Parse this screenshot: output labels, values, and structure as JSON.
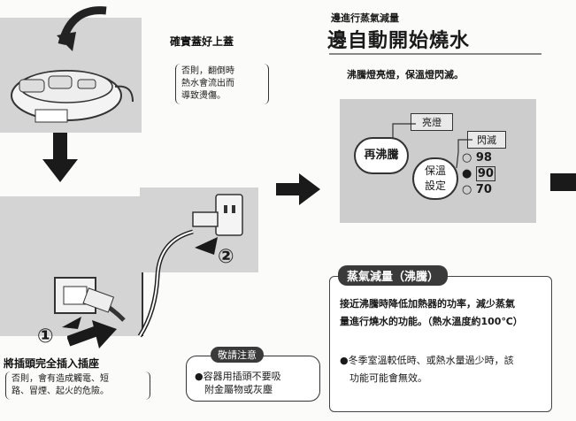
{
  "left_top": {
    "caption": "確實蓋好上蓋",
    "note_line1": "否則，翻倒時",
    "note_line2": "熱水會流出而",
    "note_line3": "導致燙傷。"
  },
  "left_bottom": {
    "step1_number": "①",
    "step2_number": "②",
    "caption": "將插頭完全插入插座",
    "note_line1": "否則，會有造成觸電、短",
    "note_line2": "路、冒煙、起火的危險。"
  },
  "warning": {
    "title": "敬請注意",
    "line1": "●容器用插頭不要吸",
    "line2": "附金屬物或灰塵"
  },
  "right": {
    "subtitle": "邊進行蒸氣減量",
    "title": "邊自動開始燒水",
    "status_text": "沸騰燈亮燈，保溫燈閃滅。",
    "panel": {
      "label_on": "亮燈",
      "label_blink": "閃滅",
      "reboil_button": "再沸騰",
      "keepwarm_line1": "保溫",
      "keepwarm_line2": "設定",
      "temp_98": "98",
      "temp_90": "90",
      "temp_70": "70"
    },
    "steam_box": {
      "heading": "蒸氣減量（沸騰）",
      "para_line1": "接近沸騰時降低加熱器的功率，減少蒸氣",
      "para_line2": "量進行燒水的功能。（熱水溫度約100℃）",
      "bullet_line1": "●冬季室溫較低時、或熱水量過少時，該",
      "bullet_line2": "功能可能會無效。"
    }
  }
}
